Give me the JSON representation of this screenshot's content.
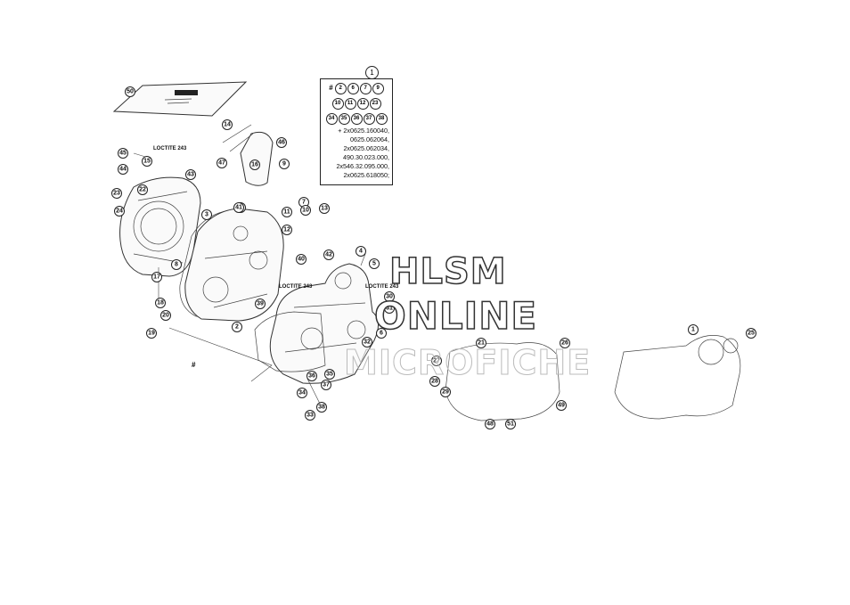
{
  "kit": {
    "number": "1",
    "hash": "#",
    "row1": [
      "2",
      "6",
      "7",
      "9"
    ],
    "row2": [
      "10",
      "11",
      "12",
      "23"
    ],
    "row3": [
      "34",
      "35",
      "36",
      "37",
      "38"
    ],
    "lines": [
      "+ 2x0625.160040,",
      "0625.062064,",
      "2x0625.062034,",
      "490.30.023.000,",
      "2x546.32.095.000,",
      "2x0625.618050;"
    ]
  },
  "loctite_labels": [
    "LOCTITE 243",
    "LOCTITE 243",
    "LOCTITE 243"
  ],
  "hash_mark": "#",
  "watermark": {
    "line1": "HLSM",
    "line2": "ONLINE",
    "line3": "MICROFICHE"
  },
  "callouts": [
    "50",
    "14",
    "46",
    "47",
    "43",
    "45",
    "44",
    "15",
    "22",
    "23",
    "24",
    "3",
    "41",
    "8",
    "7",
    "11",
    "12",
    "17",
    "18",
    "20",
    "19",
    "2",
    "39",
    "42",
    "4",
    "5",
    "40",
    "6",
    "10",
    "13",
    "30",
    "31",
    "32",
    "33",
    "34",
    "35",
    "36",
    "37",
    "38",
    "41",
    "16",
    "9",
    "21",
    "26",
    "27",
    "28",
    "29",
    "49",
    "48",
    "51",
    "25",
    "1"
  ]
}
